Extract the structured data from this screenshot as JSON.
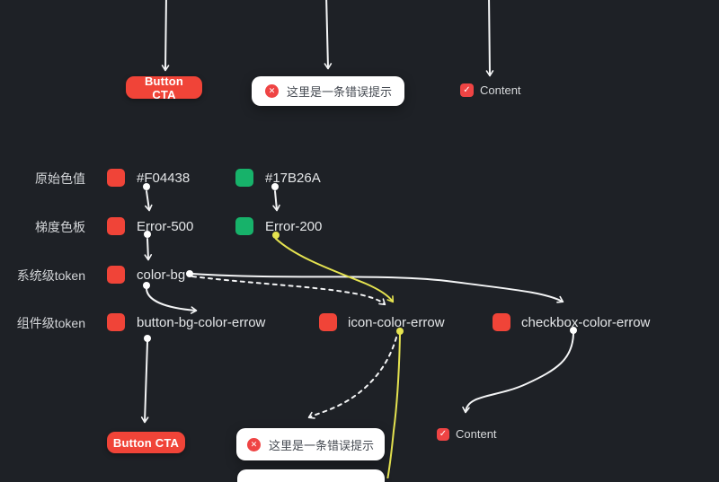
{
  "diagram_title": "design-token-mapping",
  "colors": {
    "background": "#1e2126",
    "error_red": "#f04438",
    "success_green": "#17b26a",
    "arrow_white": "#f3f4f5",
    "arrow_yellow": "#e5e350",
    "toast_background": "#ffffff",
    "toast_text_color": "#454a52"
  },
  "top_examples": {
    "button_label": "Button CTA",
    "toast_text": "这里是一条错误提示",
    "toast_icon": "x-circle-icon",
    "checkbox_label": "Content",
    "checkbox_checked": true
  },
  "rows": [
    {
      "label": "原始色值",
      "items": [
        {
          "swatch_color": "#f04438",
          "value": "#F04438"
        },
        {
          "swatch_color": "#17b26a",
          "value": "#17B26A"
        }
      ]
    },
    {
      "label": "梯度色板",
      "items": [
        {
          "swatch_color": "#f04438",
          "value": "Error-500"
        },
        {
          "swatch_color": "#17b26a",
          "value": "Error-200"
        }
      ]
    },
    {
      "label": "系统级token",
      "items": [
        {
          "swatch_color": "#f04438",
          "value": "color-bg"
        }
      ]
    },
    {
      "label": "组件级token",
      "items": [
        {
          "swatch_color": "#f04438",
          "value": "button-bg-color-errow"
        },
        {
          "swatch_color": "#f04438",
          "value": "icon-color-errow"
        },
        {
          "swatch_color": "#f04438",
          "value": "checkbox-color-errow"
        }
      ]
    }
  ],
  "bottom_examples": {
    "button_label": "Button CTA",
    "toast_text": "这里是一条错误提示",
    "toast_icon": "x-circle-icon",
    "checkbox_label": "Content",
    "checkbox_checked": true
  },
  "glyphs": {
    "check": "✓",
    "cross": "✕"
  }
}
